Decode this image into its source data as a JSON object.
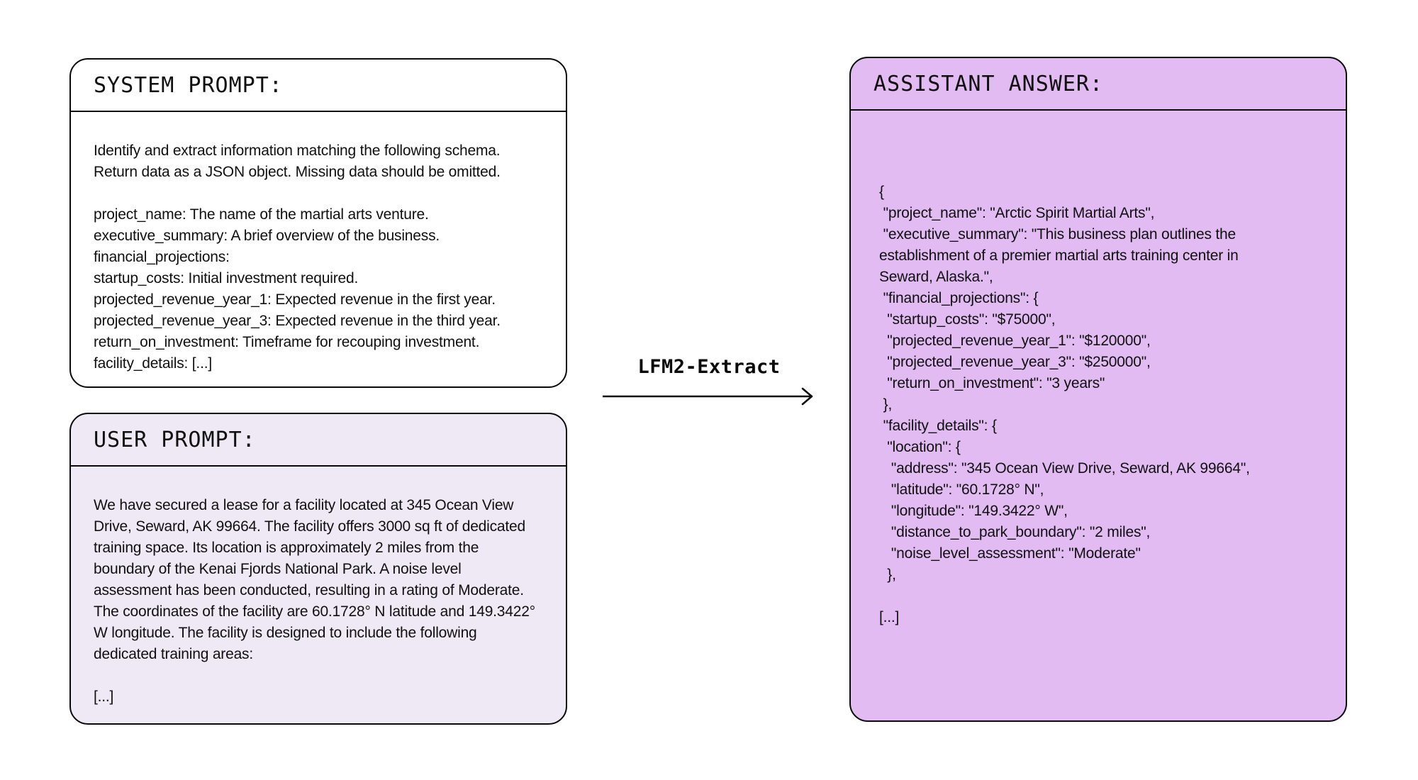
{
  "panels": {
    "system_prompt": {
      "title": "SYSTEM PROMPT:",
      "body": "Identify and extract information matching the following schema.\nReturn data as a JSON object. Missing data should be omitted.\n\nproject_name: The name of the martial arts venture.\nexecutive_summary: A brief overview of the business.\nfinancial_projections:\nstartup_costs: Initial investment required.\nprojected_revenue_year_1: Expected revenue in the first year.\nprojected_revenue_year_3: Expected revenue in the third year.\nreturn_on_investment: Timeframe for recouping investment.\nfacility_details: [...]"
    },
    "user_prompt": {
      "title": "USER PROMPT:",
      "body": "We have secured a lease for a facility located at 345 Ocean View\nDrive, Seward, AK 99664. The facility offers 3000 sq ft of dedicated\ntraining space. Its location is approximately 2 miles from the\nboundary of the Kenai Fjords National Park. A noise level\nassessment has been conducted, resulting in a rating of Moderate.\nThe coordinates of the facility are 60.1728° N latitude and 149.3422°\nW longitude. The facility is designed to include the following\ndedicated training areas:\n\n[...]"
    },
    "assistant_answer": {
      "title": "ASSISTANT ANSWER:",
      "body": "{\n \"project_name\": \"Arctic Spirit Martial Arts\",\n \"executive_summary\": \"This business plan outlines the\nestablishment of a premier martial arts training center in\nSeward, Alaska.\",\n \"financial_projections\": {\n  \"startup_costs\": \"$75000\",\n  \"projected_revenue_year_1\": \"$120000\",\n  \"projected_revenue_year_3\": \"$250000\",\n  \"return_on_investment\": \"3 years\"\n },\n \"facility_details\": {\n  \"location\": {\n   \"address\": \"345 Ocean View Drive, Seward, AK 99664\",\n   \"latitude\": \"60.1728° N\",\n   \"longitude\": \"149.3422° W\",\n   \"distance_to_park_boundary\": \"2 miles\",\n   \"noise_level_assessment\": \"Moderate\"\n  },\n\n[...]"
    }
  },
  "flow": {
    "label": "LFM2-Extract"
  },
  "colors": {
    "page_bg": "#ffffff",
    "system_panel_bg": "#ffffff",
    "user_panel_bg": "#eee9f4",
    "assistant_panel_bg": "#e1bbf1",
    "panel_border": "#0a0a0a",
    "text": "#101010"
  }
}
